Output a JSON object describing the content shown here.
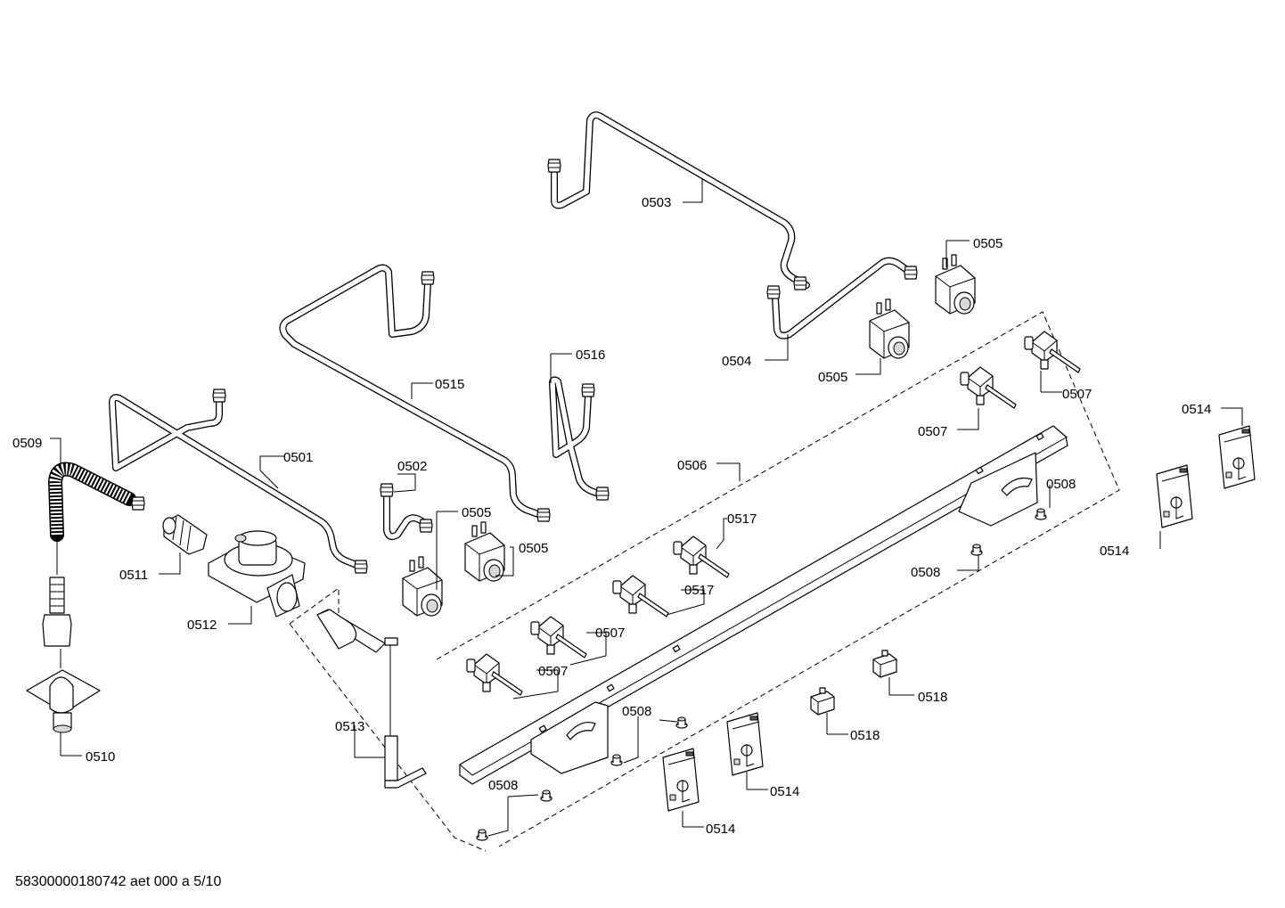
{
  "footer": "58300000180742 aet 000 a 5/10",
  "parts": [
    {
      "id": "p0501",
      "label": "0501"
    },
    {
      "id": "p0502",
      "label": "0502"
    },
    {
      "id": "p0503",
      "label": "0503"
    },
    {
      "id": "p0504",
      "label": "0504"
    },
    {
      "id": "p0505a",
      "label": "0505"
    },
    {
      "id": "p0505b",
      "label": "0505"
    },
    {
      "id": "p0505c",
      "label": "0505"
    },
    {
      "id": "p0505d",
      "label": "0505"
    },
    {
      "id": "p0506",
      "label": "0506"
    },
    {
      "id": "p0507a",
      "label": "0507"
    },
    {
      "id": "p0507b",
      "label": "0507"
    },
    {
      "id": "p0507c",
      "label": "0507"
    },
    {
      "id": "p0507d",
      "label": "0507"
    },
    {
      "id": "p0508a",
      "label": "0508"
    },
    {
      "id": "p0508b",
      "label": "0508"
    },
    {
      "id": "p0508c",
      "label": "0508"
    },
    {
      "id": "p0508d",
      "label": "0508"
    },
    {
      "id": "p0509",
      "label": "0509"
    },
    {
      "id": "p0510",
      "label": "0510"
    },
    {
      "id": "p0511",
      "label": "0511"
    },
    {
      "id": "p0512",
      "label": "0512"
    },
    {
      "id": "p0513",
      "label": "0513"
    },
    {
      "id": "p0514a",
      "label": "0514"
    },
    {
      "id": "p0514b",
      "label": "0514"
    },
    {
      "id": "p0514c",
      "label": "0514"
    },
    {
      "id": "p0514d",
      "label": "0514"
    },
    {
      "id": "p0515",
      "label": "0515"
    },
    {
      "id": "p0516",
      "label": "0516"
    },
    {
      "id": "p0517a",
      "label": "0517"
    },
    {
      "id": "p0517b",
      "label": "0517"
    },
    {
      "id": "p0518a",
      "label": "0518"
    },
    {
      "id": "p0518b",
      "label": "0518"
    }
  ]
}
